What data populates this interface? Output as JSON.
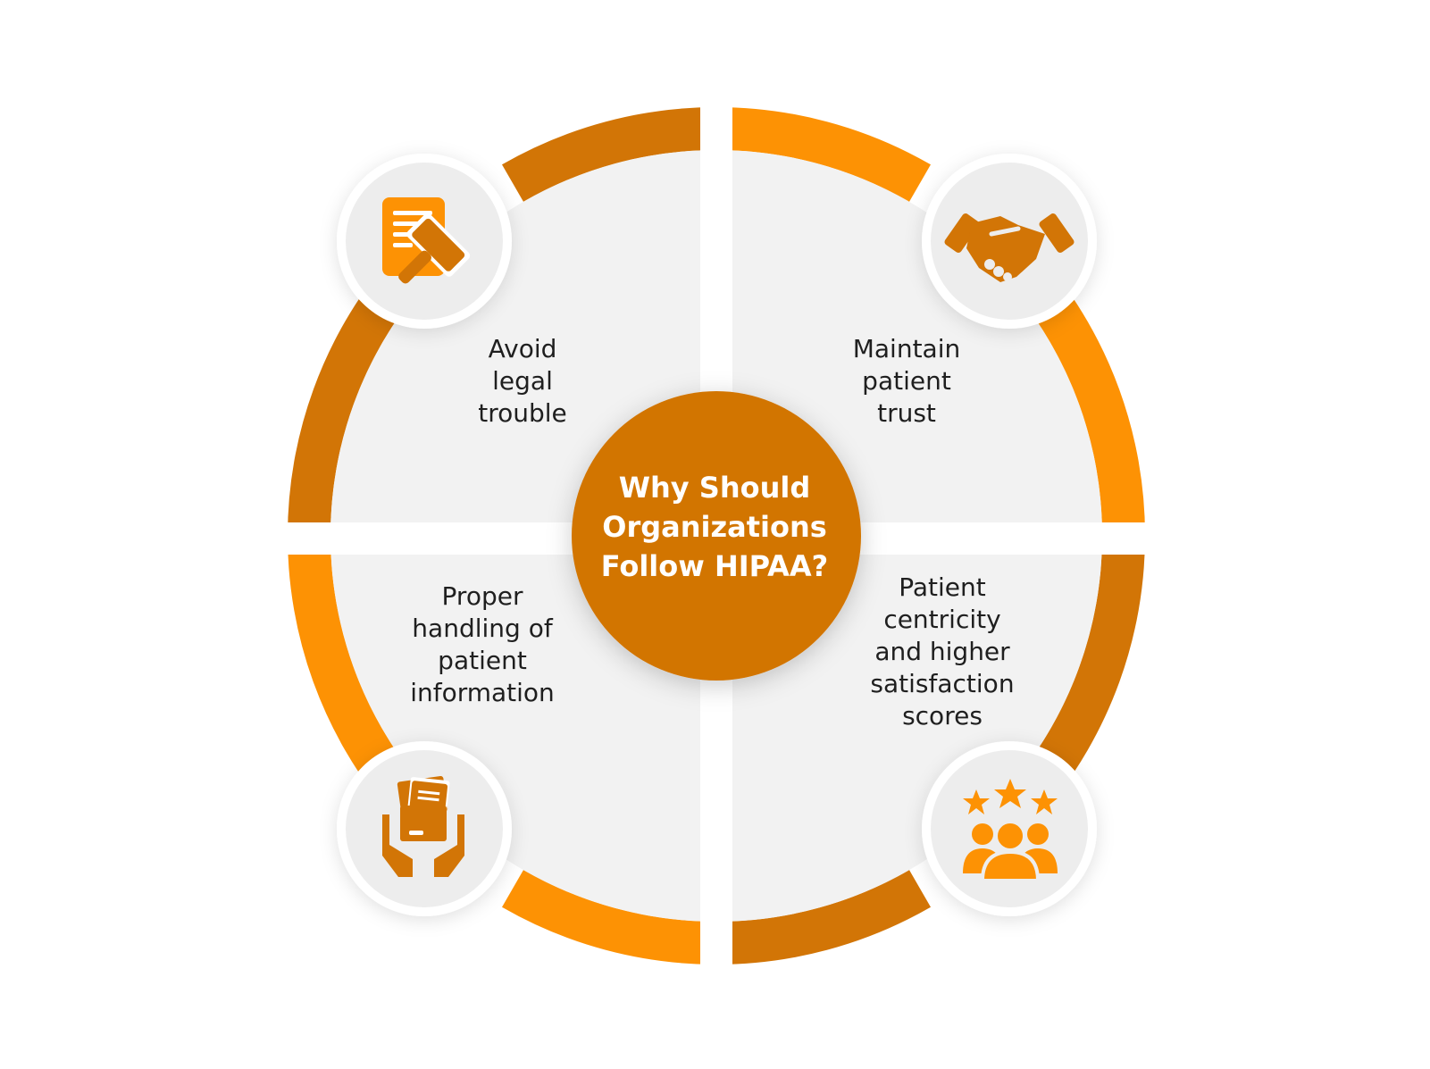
{
  "center": {
    "lines": [
      "Why Should",
      "Organizations",
      "Follow HIPAA?"
    ]
  },
  "quadrants": [
    {
      "position": "top-left",
      "icon": "legal-gavel-document-icon",
      "lines": [
        "Avoid",
        "legal",
        "trouble"
      ]
    },
    {
      "position": "top-right",
      "icon": "handshake-icon",
      "lines": [
        "Maintain",
        "patient",
        "trust"
      ]
    },
    {
      "position": "bottom-left",
      "icon": "hands-holding-folder-icon",
      "lines": [
        "Proper",
        "handling of",
        "patient",
        "information"
      ]
    },
    {
      "position": "bottom-right",
      "icon": "people-rating-stars-icon",
      "lines": [
        "Patient",
        "centricity",
        "and higher",
        "satisfaction",
        "scores"
      ]
    }
  ],
  "colors": {
    "dark_orange": "#D27506",
    "light_orange": "#FD9204",
    "panel": "#F2F2F2",
    "icon_bg": "#EDEDED",
    "center": "#D27506"
  }
}
